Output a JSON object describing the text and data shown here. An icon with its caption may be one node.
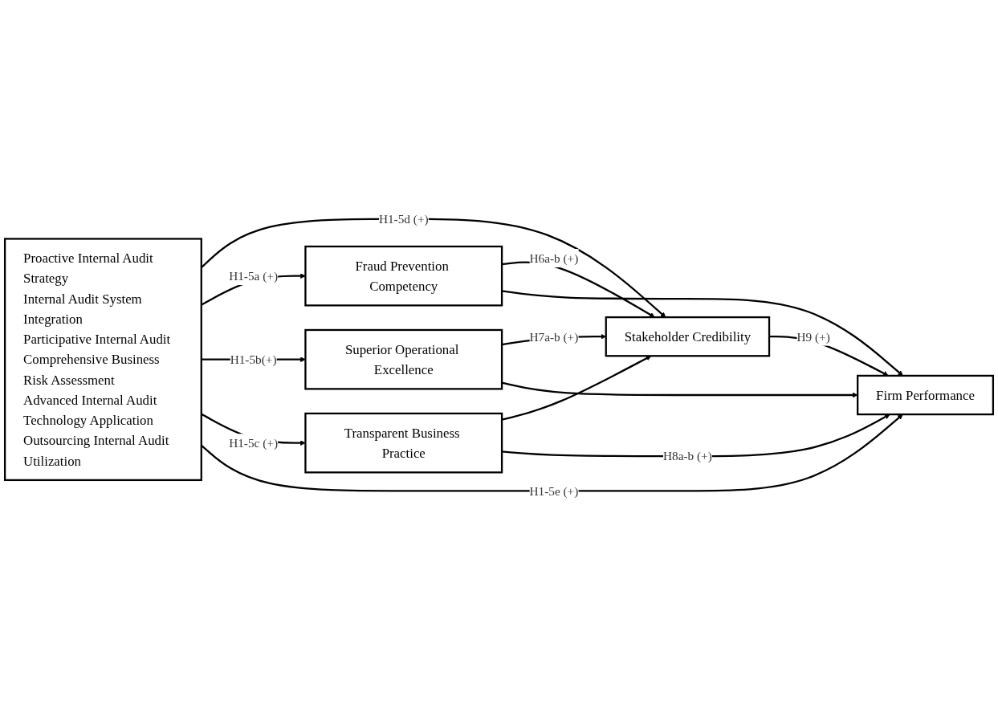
{
  "diagram": {
    "nodes": [
      {
        "text": [
          "Proactive Internal Audit Strategy",
          "Internal Audit System Integration",
          "Participative Internal Audit",
          "Comprehensive Business Risk Assessment",
          "Advanced Internal Audit Technology Application",
          "Outsourcing Internal Audit Utilization"
        ]
      },
      {
        "text": [
          "Fraud Prevention Competency"
        ]
      },
      {
        "text": [
          "Superior Operational Excellence"
        ]
      },
      {
        "text": [
          "Transparent Business Practice"
        ]
      },
      {
        "text": [
          "Stakeholder Credibility"
        ]
      },
      {
        "text": [
          "Firm Performance"
        ]
      }
    ],
    "edges": [
      {
        "from": 0,
        "to": 4,
        "arrow": "to",
        "label": "H1-5d (+)"
      },
      {
        "from": 0,
        "to": 1,
        "arrow": "to",
        "label": "H1-5a (+)"
      },
      {
        "from": 0,
        "to": 2,
        "arrow": "to",
        "label": "H1-5b(+)"
      },
      {
        "from": 0,
        "to": 3,
        "arrow": "to",
        "label": "H1-5c (+)"
      },
      {
        "from": 0,
        "to": 5,
        "arrow": "to",
        "label": "H1-5e (+)"
      },
      {
        "from": 1,
        "to": 4,
        "arrow": "to",
        "label": "H6a-b (+)"
      },
      {
        "from": 1,
        "to": 5,
        "arrow": "to"
      },
      {
        "from": 2,
        "to": 4,
        "arrow": "to",
        "label": "H7a-b (+)"
      },
      {
        "from": 2,
        "to": 5,
        "arrow": "to"
      },
      {
        "from": 3,
        "to": 4,
        "arrow": "to"
      },
      {
        "from": 3,
        "to": 5,
        "arrow": "to",
        "label": "H8a-b (+)"
      },
      {
        "from": 4,
        "to": 5,
        "arrow": "to",
        "label": "H9 (+)"
      }
    ]
  }
}
